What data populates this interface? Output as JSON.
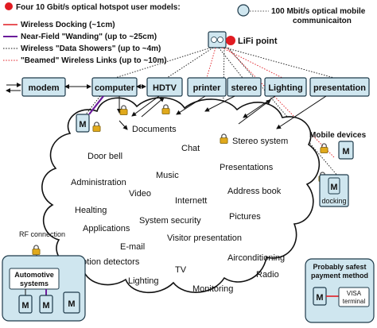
{
  "legend": {
    "title": "Four 10 Gbit/s optical hotspot user models:",
    "items": [
      {
        "label": "Wireless Docking (~1cm)"
      },
      {
        "label": "Near-Field \"Wanding\" (up to ~25cm)"
      },
      {
        "label": "Wireless \"Data Showers\" (up to ~4m)"
      },
      {
        "label": "\"Beamed\" Wireless Links (up to ~10m)"
      }
    ]
  },
  "optical": {
    "line1": "100 Mbit/s optical mobile",
    "line2": "communicaiton"
  },
  "lifi": {
    "label": "LiFi point"
  },
  "devices": [
    "modem",
    "computer",
    "HDTV",
    "printer",
    "stereo",
    "Lighting",
    "presentation"
  ],
  "cloud_words": [
    "Documents",
    "Chat",
    "Stereo system",
    "Door bell",
    "Presentations",
    "Music",
    "Administration",
    "Video",
    "Internett",
    "Address book",
    "Healting",
    "Pictures",
    "System security",
    "Applications",
    "Visitor presentation",
    "E-mail",
    "Motion detectors",
    "Airconditioning",
    "TV",
    "Radio",
    "Lighting",
    "Monitoring"
  ],
  "mobile": {
    "label": "Mobile devices",
    "m": "M",
    "docking": "docking"
  },
  "rf": {
    "label": "RF connection"
  },
  "automotive": {
    "label_line1": "Automotive",
    "label_line2": "systems",
    "m": "M"
  },
  "payment": {
    "line1": "Probably safest",
    "line2": "payment method",
    "m": "M",
    "visa_line1": "VISA",
    "visa_line2": "terminal"
  },
  "colors": {
    "red": "#e11b22",
    "purple": "#6a1b9a",
    "box_fill": "#cfe6ef",
    "box_stroke": "#1e3a4a",
    "lock": "#e0a91c"
  },
  "icons": [
    "lock-icon",
    "red-dot-icon",
    "cyan-circle-icon",
    "lifi-lamp-icon"
  ]
}
